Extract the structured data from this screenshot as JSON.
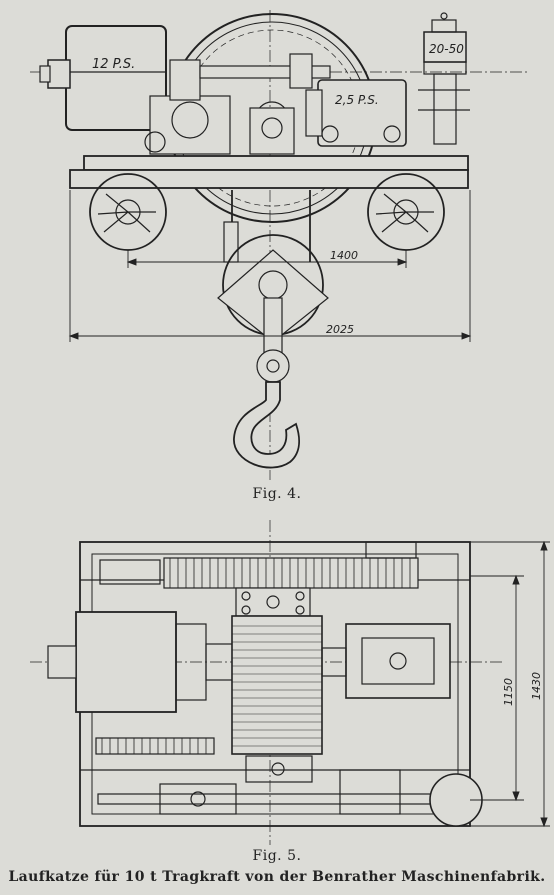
{
  "figure_top": {
    "caption": "Fig. 4.",
    "motor_label": "12 P.S.",
    "motor2_label": "2,5 P.S.",
    "controller_label": "20-50",
    "dim_wheelbase": "1400",
    "dim_overall": "2025"
  },
  "figure_bottom": {
    "caption": "Fig. 5.",
    "dim_inner": "1150",
    "dim_outer": "1430"
  },
  "main_caption": "Laufkatze für 10 t Tragkraft von der Benrather Maschinenfabrik."
}
